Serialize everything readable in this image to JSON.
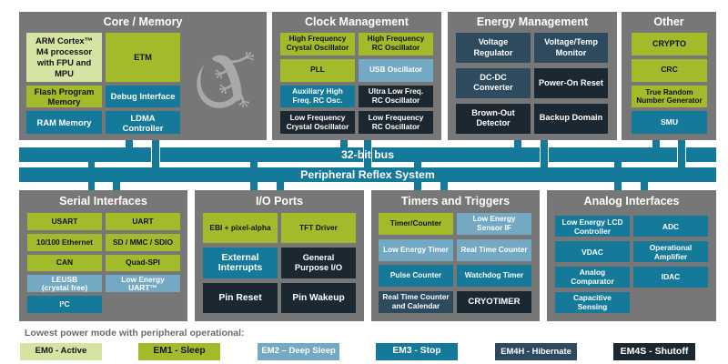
{
  "theme": {
    "section_bg": "#777777",
    "bus": "#15799a",
    "gecko": "#a9a9a9",
    "legend_title": "#6d6870"
  },
  "top_row": {
    "core_memory": {
      "title": "Core / Memory",
      "logo": "gecko-logo-icon",
      "blocks": [
        {
          "label": "ARM Cortex™\nM4 processor\nwith FPU and\nMPU",
          "mode": "EM0"
        },
        {
          "label": "ETM",
          "mode": "EM1"
        },
        {
          "label": "Flash Program\nMemory",
          "mode": "EM1"
        },
        {
          "label": "Debug Interface",
          "mode": "EM3"
        },
        {
          "label": "RAM Memory",
          "mode": "EM3"
        },
        {
          "label": "LDMA\nController",
          "mode": "EM3"
        }
      ]
    },
    "clock_management": {
      "title": "Clock Management",
      "blocks": [
        {
          "label": "High Frequency\nCrystal Oscillator",
          "mode": "EM1"
        },
        {
          "label": "High Frequency\nRC Oscillator",
          "mode": "EM1"
        },
        {
          "label": "PLL",
          "mode": "EM1"
        },
        {
          "label": "USB Oscillator",
          "mode": "EM2"
        },
        {
          "label": "Auxiliary High\nFreq. RC Osc.",
          "mode": "EM3"
        },
        {
          "label": "Ultra Low Freq.\nRC Oscillator",
          "mode": "EM4S"
        },
        {
          "label": "Low Frequency\nCrystal Oscillator",
          "mode": "EM4S"
        },
        {
          "label": "Low Frequency\nRC Oscillator",
          "mode": "EM4S"
        }
      ]
    },
    "energy_management": {
      "title": "Energy Management",
      "blocks": [
        {
          "label": "Voltage\nRegulator",
          "mode": "EM4H"
        },
        {
          "label": "Voltage/Temp\nMonitor",
          "mode": "EM4H"
        },
        {
          "label": "DC-DC\nConverter",
          "mode": "EM4H"
        },
        {
          "label": "Power-On Reset",
          "mode": "EM4S"
        },
        {
          "label": "Brown-Out\nDetector",
          "mode": "EM4S"
        },
        {
          "label": "Backup Domain",
          "mode": "EM4S"
        }
      ]
    },
    "other": {
      "title": "Other",
      "blocks": [
        {
          "label": "CRYPTO",
          "mode": "EM1"
        },
        {
          "label": "CRC",
          "mode": "EM1"
        },
        {
          "label": "True Random\nNumber Generator",
          "mode": "EM1"
        },
        {
          "label": "SMU",
          "mode": "EM3"
        }
      ]
    }
  },
  "buses": {
    "system_bus": "32-bit bus",
    "peripheral_reflex_system": "Peripheral Reflex System"
  },
  "bottom_row": {
    "serial_interfaces": {
      "title": "Serial Interfaces",
      "blocks": [
        {
          "label": "USART",
          "mode": "EM1"
        },
        {
          "label": "UART",
          "mode": "EM1"
        },
        {
          "label": "10/100 Ethernet",
          "mode": "EM1"
        },
        {
          "label": "SD / MMC / SDIO",
          "mode": "EM1"
        },
        {
          "label": "CAN",
          "mode": "EM1"
        },
        {
          "label": "Quad-SPI",
          "mode": "EM1"
        },
        {
          "label": "LEUSB\n(crystal free)",
          "mode": "EM2"
        },
        {
          "label": "Low Energy\nUART™",
          "mode": "EM2"
        },
        {
          "label": "I²C",
          "mode": "EM3"
        }
      ]
    },
    "io_ports": {
      "title": "I/O Ports",
      "blocks": [
        {
          "label": "EBI + pixel-alpha",
          "mode": "EM1"
        },
        {
          "label": "TFT Driver",
          "mode": "EM1"
        },
        {
          "label": "External\nInterrupts",
          "mode": "EM3"
        },
        {
          "label": "General\nPurpose I/O",
          "mode": "EM4S"
        },
        {
          "label": "Pin Reset",
          "mode": "EM4S"
        },
        {
          "label": "Pin Wakeup",
          "mode": "EM4S"
        }
      ]
    },
    "timers_and_triggers": {
      "title": "Timers and Triggers",
      "blocks": [
        {
          "label": "Timer/Counter",
          "mode": "EM1"
        },
        {
          "label": "Low Energy\nSensor IF",
          "mode": "EM2"
        },
        {
          "label": "Low Energy Timer",
          "mode": "EM2"
        },
        {
          "label": "Real Time Counter",
          "mode": "EM2"
        },
        {
          "label": "Pulse Counter",
          "mode": "EM3"
        },
        {
          "label": "Watchdog Timer",
          "mode": "EM3"
        },
        {
          "label": "Real Time Counter\nand Calendar",
          "mode": "EM4H"
        },
        {
          "label": "CRYOTIMER",
          "mode": "EM4S"
        }
      ]
    },
    "analog_interfaces": {
      "title": "Analog Interfaces",
      "blocks": [
        {
          "label": "Low Energy LCD\nController",
          "mode": "EM3"
        },
        {
          "label": "ADC",
          "mode": "EM3"
        },
        {
          "label": "VDAC",
          "mode": "EM3"
        },
        {
          "label": "Operational\nAmplifier",
          "mode": "EM3"
        },
        {
          "label": "Analog\nComparator",
          "mode": "EM3"
        },
        {
          "label": "IDAC",
          "mode": "EM3"
        },
        {
          "label": "Capacitive\nSensing",
          "mode": "EM3"
        }
      ]
    }
  },
  "legend": {
    "title": "Lowest power mode with peripheral operational:",
    "items": [
      {
        "mode": "EM0",
        "label": "EM0 - Active",
        "color": "#d6e4a3",
        "text_color": "#111111"
      },
      {
        "mode": "EM1",
        "label": "EM1 - Sleep",
        "color": "#a3bb2a",
        "text_color": "#111111"
      },
      {
        "mode": "EM2",
        "label": "EM2 – Deep Sleep",
        "color": "#73a9c2",
        "text_color": "#ffffff"
      },
      {
        "mode": "EM3",
        "label": "EM3 - Stop",
        "color": "#15799a",
        "text_color": "#ffffff"
      },
      {
        "mode": "EM4H",
        "label": "EM4H - Hibernate",
        "color": "#2e4a5e",
        "text_color": "#ffffff"
      },
      {
        "mode": "EM4S",
        "label": "EM4S - Shutoff",
        "color": "#1c2831",
        "text_color": "#ffffff"
      }
    ]
  }
}
